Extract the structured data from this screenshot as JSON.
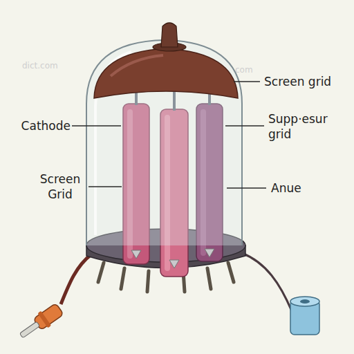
{
  "diagram": {
    "labels": [
      "Screen grid",
      "Cathode",
      "Supp·esur grid",
      "Screen Grid",
      "Anue",
      "dict.com",
      "com"
    ]
  }
}
